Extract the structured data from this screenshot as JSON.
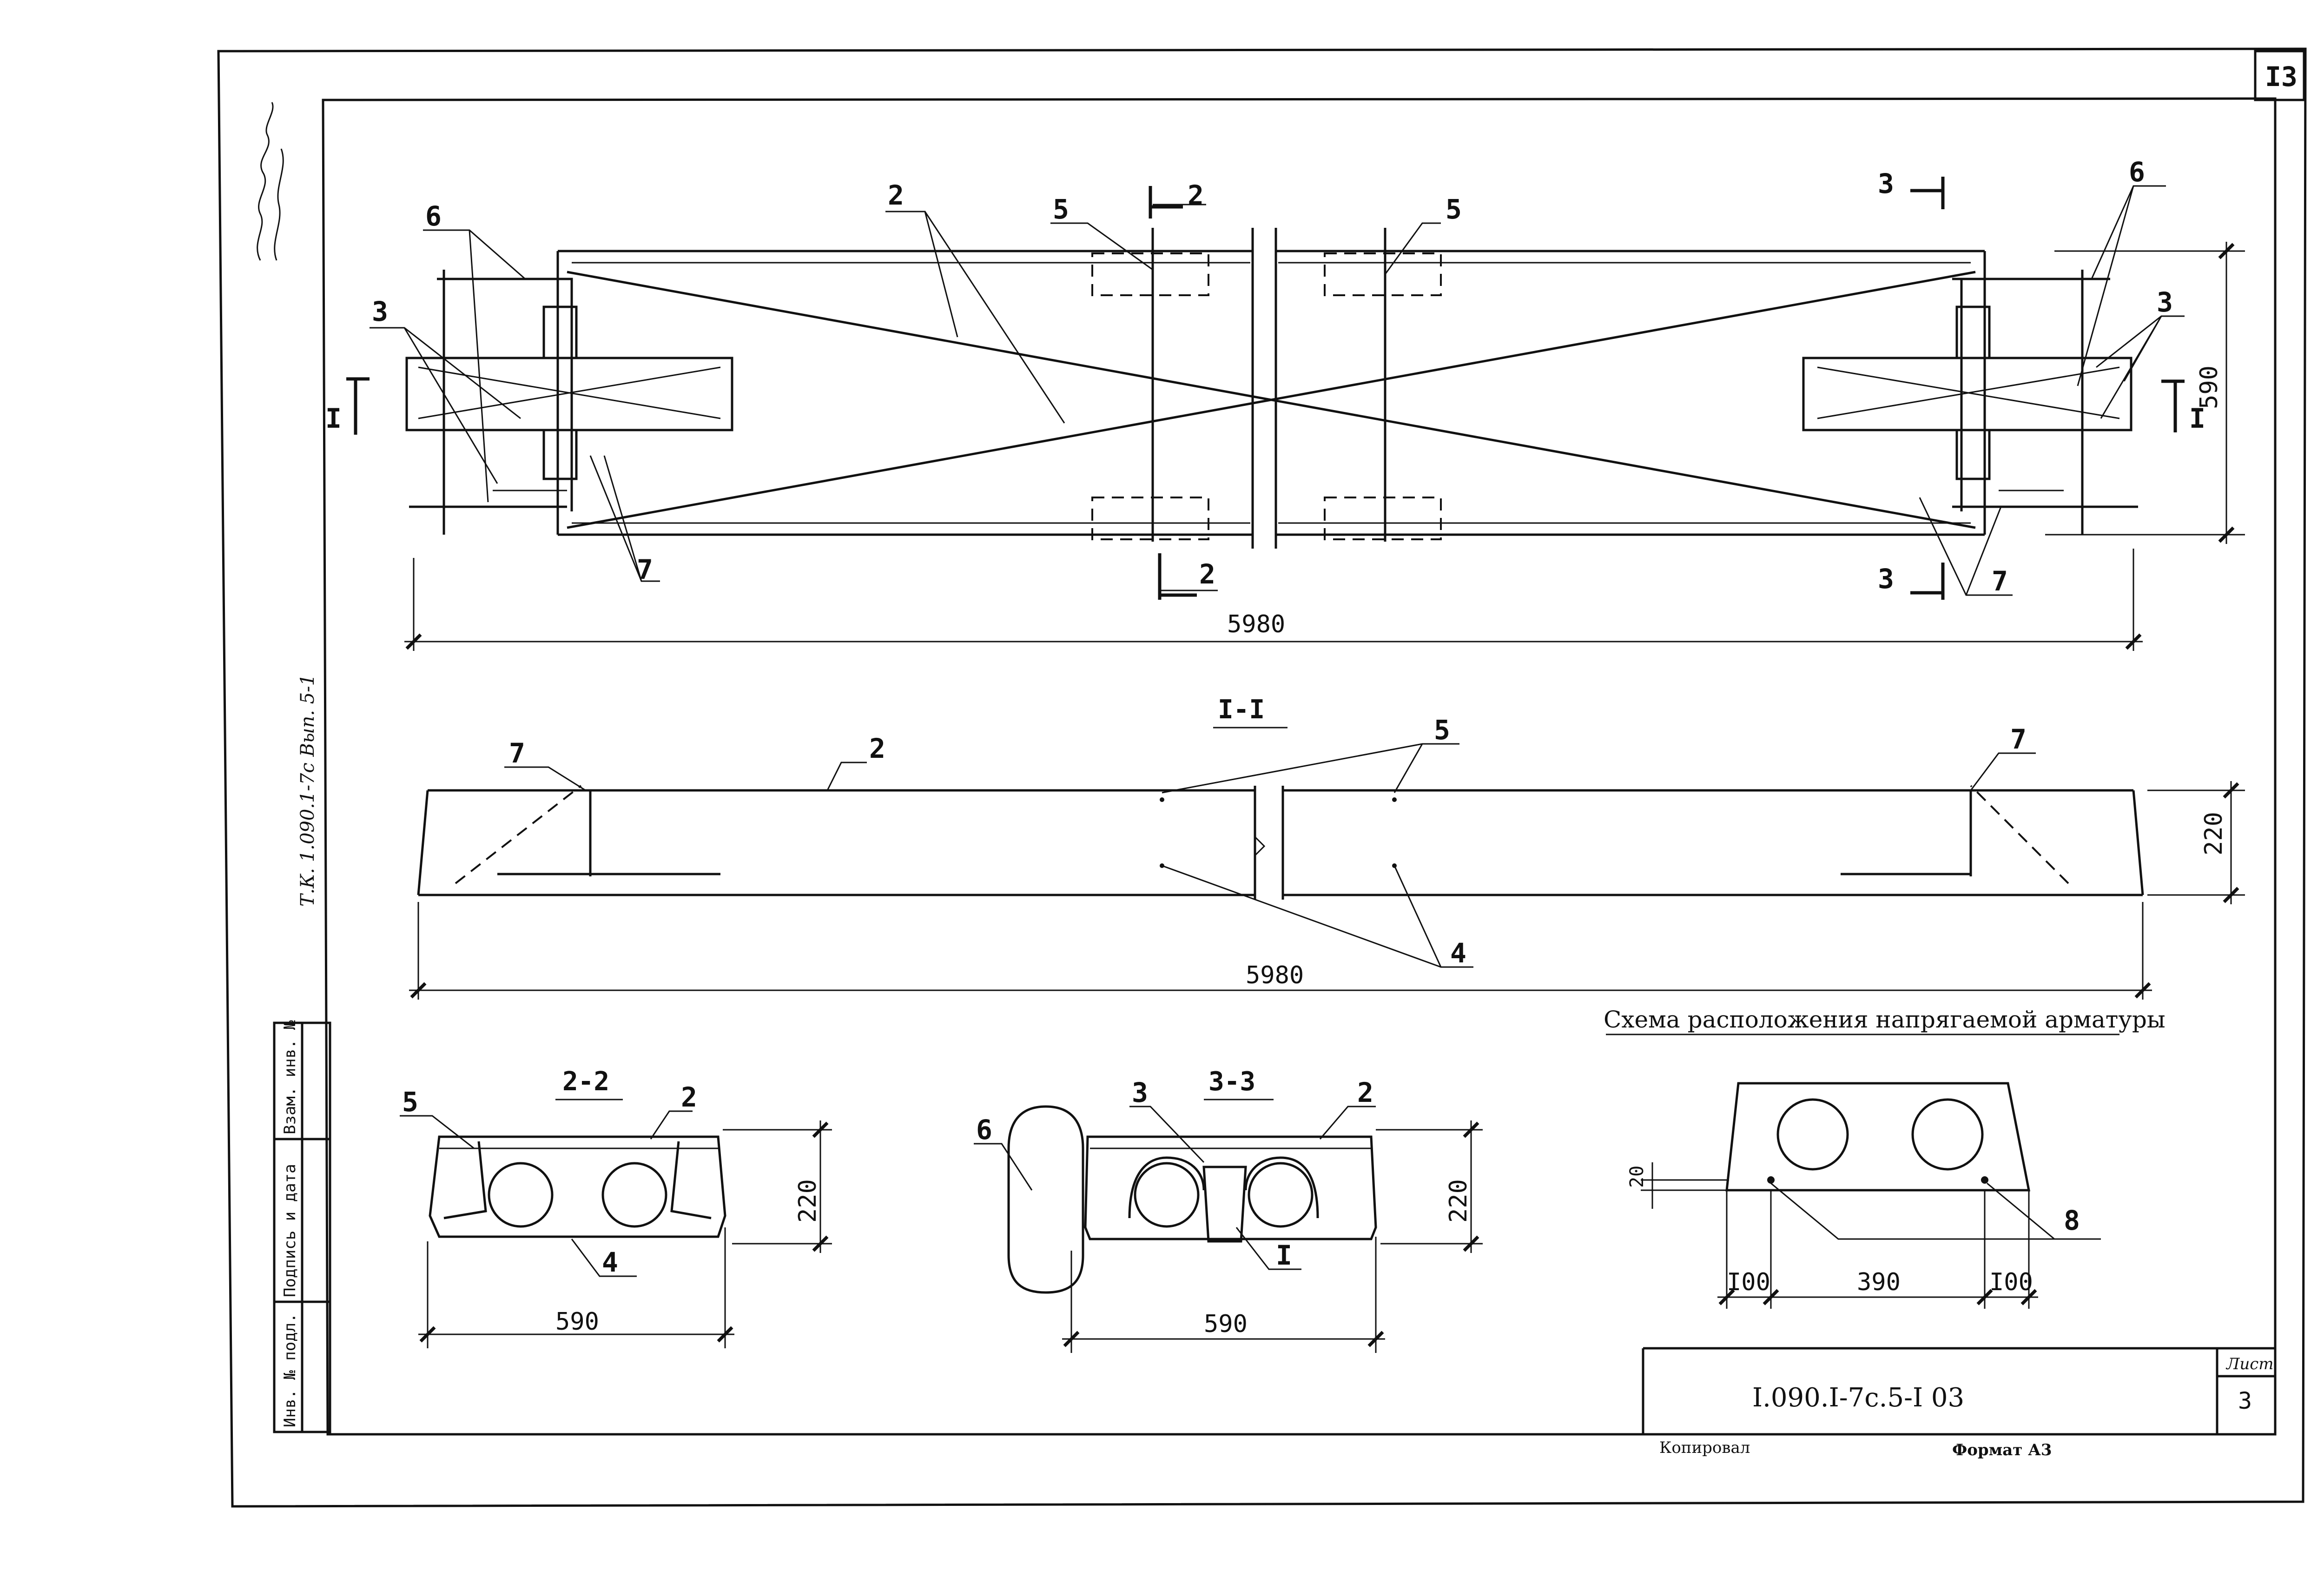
{
  "sheet": {
    "corner_number": "I3",
    "code": "I.090.I-7с.5-I 03",
    "sheet_label": "Лист",
    "sheet_number": "3",
    "copied_label": "Копировал",
    "format_label": "Формат А3"
  },
  "side_strip": {
    "title_vertical": "Т.К. 1.090.1-7с  Вып. 5-1",
    "signature": "",
    "fields": [
      "Инв. № подл.",
      "Подпись и дата",
      "Взам. инв. №"
    ]
  },
  "plan_view": {
    "callouts": [
      "2",
      "5",
      "2",
      "5",
      "3",
      "6",
      "6",
      "3",
      "3",
      "3",
      "7",
      "2",
      "3",
      "7"
    ],
    "section_I": "I",
    "dimension_length": "5980",
    "dimension_width": "590"
  },
  "section_I_I": {
    "title": "I-I",
    "callouts": [
      "7",
      "2",
      "5",
      "7",
      "4"
    ],
    "dimension_length": "5980",
    "dimension_height": "220"
  },
  "section_2_2": {
    "title": "2-2",
    "callouts": [
      "5",
      "2",
      "4"
    ],
    "dimension_width": "590",
    "dimension_height": "220"
  },
  "section_3_3": {
    "title": "3-3",
    "callouts": [
      "6",
      "3",
      "2",
      "I"
    ],
    "dimension_width": "590",
    "dimension_height": "220"
  },
  "tendon_scheme": {
    "title": "Схема расположения напрягаемой арматуры",
    "callout": "8",
    "dim_cover": "20",
    "dim_left": "I00",
    "dim_middle": "390",
    "dim_right": "I00"
  }
}
